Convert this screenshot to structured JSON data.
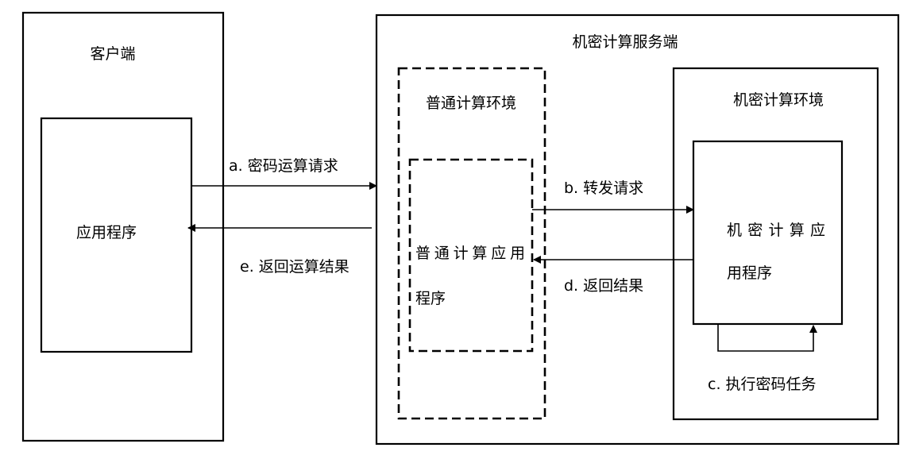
{
  "client": {
    "title": "客户端",
    "app_label": "应用程序"
  },
  "server": {
    "title": "机密计算服务端",
    "normal_env": {
      "title": "普通计算环境",
      "app_label_line1": "普通计算应用",
      "app_label_line2": "程序"
    },
    "confidential_env": {
      "title": "机密计算环境",
      "app_label_line1": "机密计算应",
      "app_label_line2": "用程序"
    }
  },
  "flows": {
    "a": "a. 密码运算请求",
    "b": "b. 转发请求",
    "c": "c. 执行密码任务",
    "d": "d. 返回结果",
    "e": "e. 返回运算结果"
  },
  "colors": {
    "stroke": "#000000",
    "background": "#ffffff"
  }
}
